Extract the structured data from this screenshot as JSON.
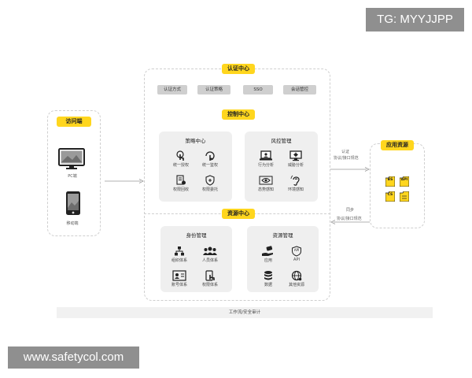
{
  "watermarks": {
    "top": "TG: MYYJJPP",
    "bottom": "www.safetycol.com"
  },
  "access": {
    "tag": "访问端",
    "pc_label": "PC端",
    "mobile_label": "移动端"
  },
  "auth_center": {
    "tag": "认证中心",
    "buttons": [
      "认证方式",
      "认证策略",
      "SSO",
      "会话管控"
    ]
  },
  "control_center": {
    "tag": "控制中心",
    "policy": {
      "title": "策略中心",
      "items": [
        {
          "label": "统一授权",
          "icon": "hand-touch-icon"
        },
        {
          "label": "统一鉴权",
          "icon": "refresh-touch-icon"
        },
        {
          "label": "权限回收",
          "icon": "document-user-icon"
        },
        {
          "label": "权限委托",
          "icon": "shield-plus-icon"
        }
      ]
    },
    "risk": {
      "title": "风控管理",
      "items": [
        {
          "label": "行为分析",
          "icon": "laptop-user-icon"
        },
        {
          "label": "威胁分析",
          "icon": "monitor-virus-icon"
        },
        {
          "label": "态势感知",
          "icon": "eye-scan-icon"
        },
        {
          "label": "环境感知",
          "icon": "ear-icon"
        }
      ]
    }
  },
  "resource_center": {
    "tag": "资源中心",
    "identity": {
      "title": "身份管理",
      "items": [
        {
          "label": "组织体系",
          "icon": "org-tree-icon"
        },
        {
          "label": "人员体系",
          "icon": "people-group-icon"
        },
        {
          "label": "账号体系",
          "icon": "id-card-icon"
        },
        {
          "label": "权限体系",
          "icon": "phone-touch-icon"
        }
      ]
    },
    "resources": {
      "title": "资源管理",
      "items": [
        {
          "label": "应用",
          "icon": "hand-app-icon"
        },
        {
          "label": "API",
          "icon": "api-shield-icon",
          "icon_text": "API"
        },
        {
          "label": "数据",
          "icon": "database-icon"
        },
        {
          "label": "其他资源",
          "icon": "globe-icon"
        }
      ]
    }
  },
  "app_resources": {
    "tag": "应用资源",
    "icons": [
      {
        "text": "BS",
        "icon": "folder-bs-icon"
      },
      {
        "text": "API",
        "icon": "folder-api-icon"
      },
      {
        "text": "CS",
        "icon": "folder-cs-icon"
      },
      {
        "text": "",
        "icon": "folder-icon"
      }
    ]
  },
  "arrows": {
    "auth_label_1": "认证",
    "auth_label_2": "协议/接口规范",
    "sync_label_1": "同步",
    "sync_label_2": "协议/接口规范"
  },
  "footer": {
    "label": "工作流/安全审计"
  },
  "colors": {
    "accent": "#ffd61e",
    "panel": "#efefef",
    "button": "#cfcfcf"
  }
}
